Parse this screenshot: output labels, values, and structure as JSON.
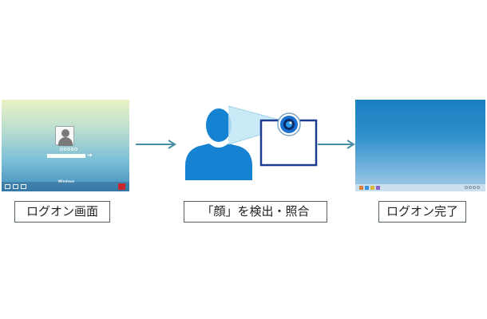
{
  "steps": [
    {
      "caption": "ログオン画面",
      "screen": {
        "type": "logon-screen",
        "brand_text": "Windows"
      }
    },
    {
      "caption": "「顔」を検出・照合",
      "screen": {
        "type": "face-detection"
      }
    },
    {
      "caption": "ログオン完了",
      "screen": {
        "type": "desktop"
      }
    }
  ],
  "colors": {
    "accent_blue": "#1a7fc1",
    "arrow": "#4a8ea6",
    "person": "#1582d2",
    "frame": "#1c3d8f",
    "power_button": "#c8252c"
  }
}
